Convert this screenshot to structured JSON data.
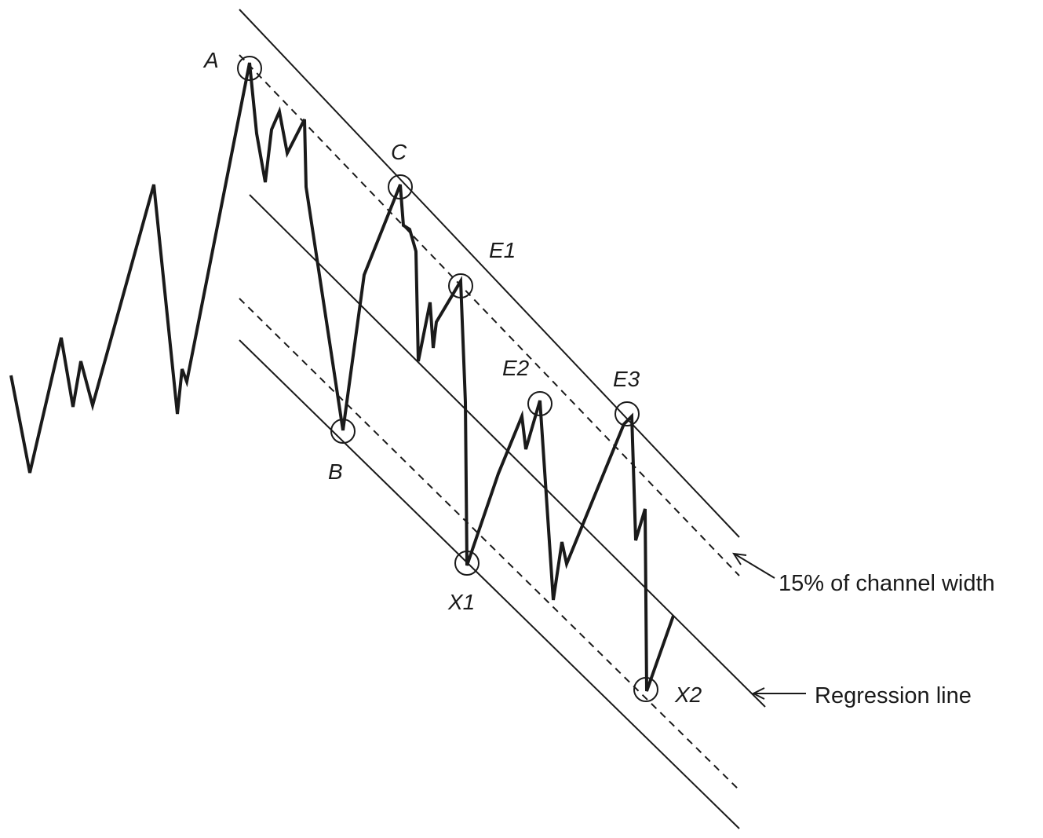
{
  "diagram": {
    "points": [
      {
        "id": "A",
        "label": "A"
      },
      {
        "id": "B",
        "label": "B"
      },
      {
        "id": "C",
        "label": "C"
      },
      {
        "id": "E1",
        "label": "E1"
      },
      {
        "id": "E2",
        "label": "E2"
      },
      {
        "id": "E3",
        "label": "E3"
      },
      {
        "id": "X1",
        "label": "X1"
      },
      {
        "id": "X2",
        "label": "X2"
      }
    ],
    "annotations": {
      "band_note": "15% of channel width",
      "regression_note": "Regression line"
    }
  }
}
